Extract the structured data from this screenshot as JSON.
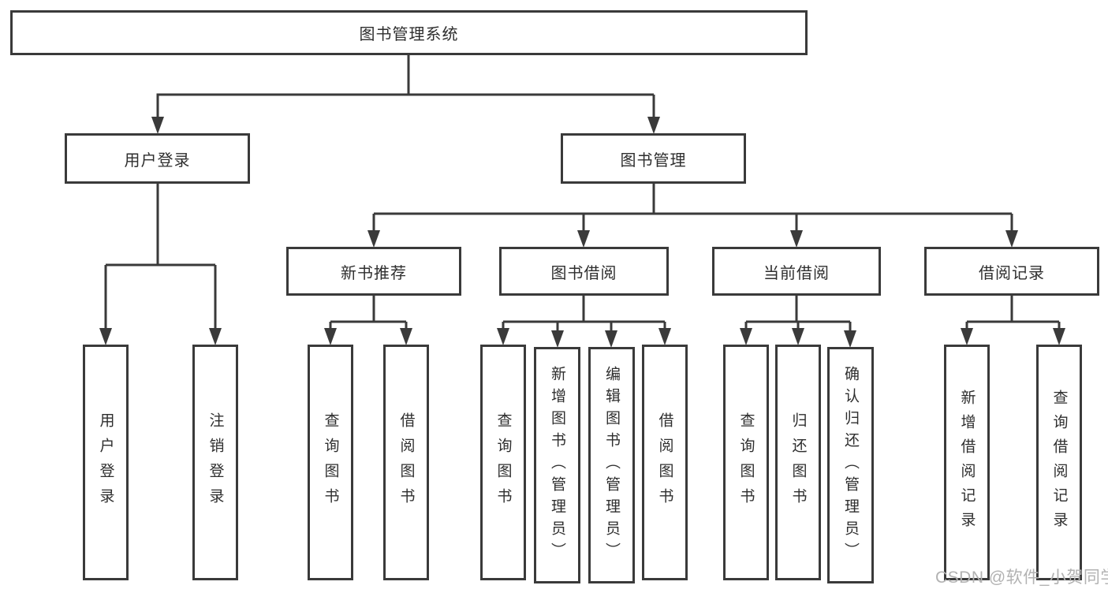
{
  "diagram_type": "hierarchy-tree",
  "colors": {
    "line": "#3a3a3a",
    "box_border": "#3a3a3a",
    "text": "#2e2e2e",
    "watermark": "#b2b2b2",
    "background": "#ffffff"
  },
  "tree": {
    "root": {
      "label": "图书管理系统",
      "children": [
        {
          "label": "用户登录",
          "children": [
            {
              "label": "用户登录"
            },
            {
              "label": "注销登录"
            }
          ]
        },
        {
          "label": "图书管理",
          "children": [
            {
              "label": "新书推荐",
              "children": [
                {
                  "label": "查询图书"
                },
                {
                  "label": "借阅图书"
                }
              ]
            },
            {
              "label": "图书借阅",
              "children": [
                {
                  "label": "查询图书"
                },
                {
                  "label": "新增图书（管理员）"
                },
                {
                  "label": "编辑图书（管理员）"
                },
                {
                  "label": "借阅图书"
                }
              ]
            },
            {
              "label": "当前借阅",
              "children": [
                {
                  "label": "查询图书"
                },
                {
                  "label": "归还图书"
                },
                {
                  "label": "确认归还（管理员）"
                }
              ]
            },
            {
              "label": "借阅记录",
              "children": [
                {
                  "label": "新增借阅记录"
                },
                {
                  "label": "查询借阅记录"
                }
              ]
            }
          ]
        }
      ]
    }
  },
  "watermark": {
    "text": "CSDN @软件_小贺同学"
  }
}
